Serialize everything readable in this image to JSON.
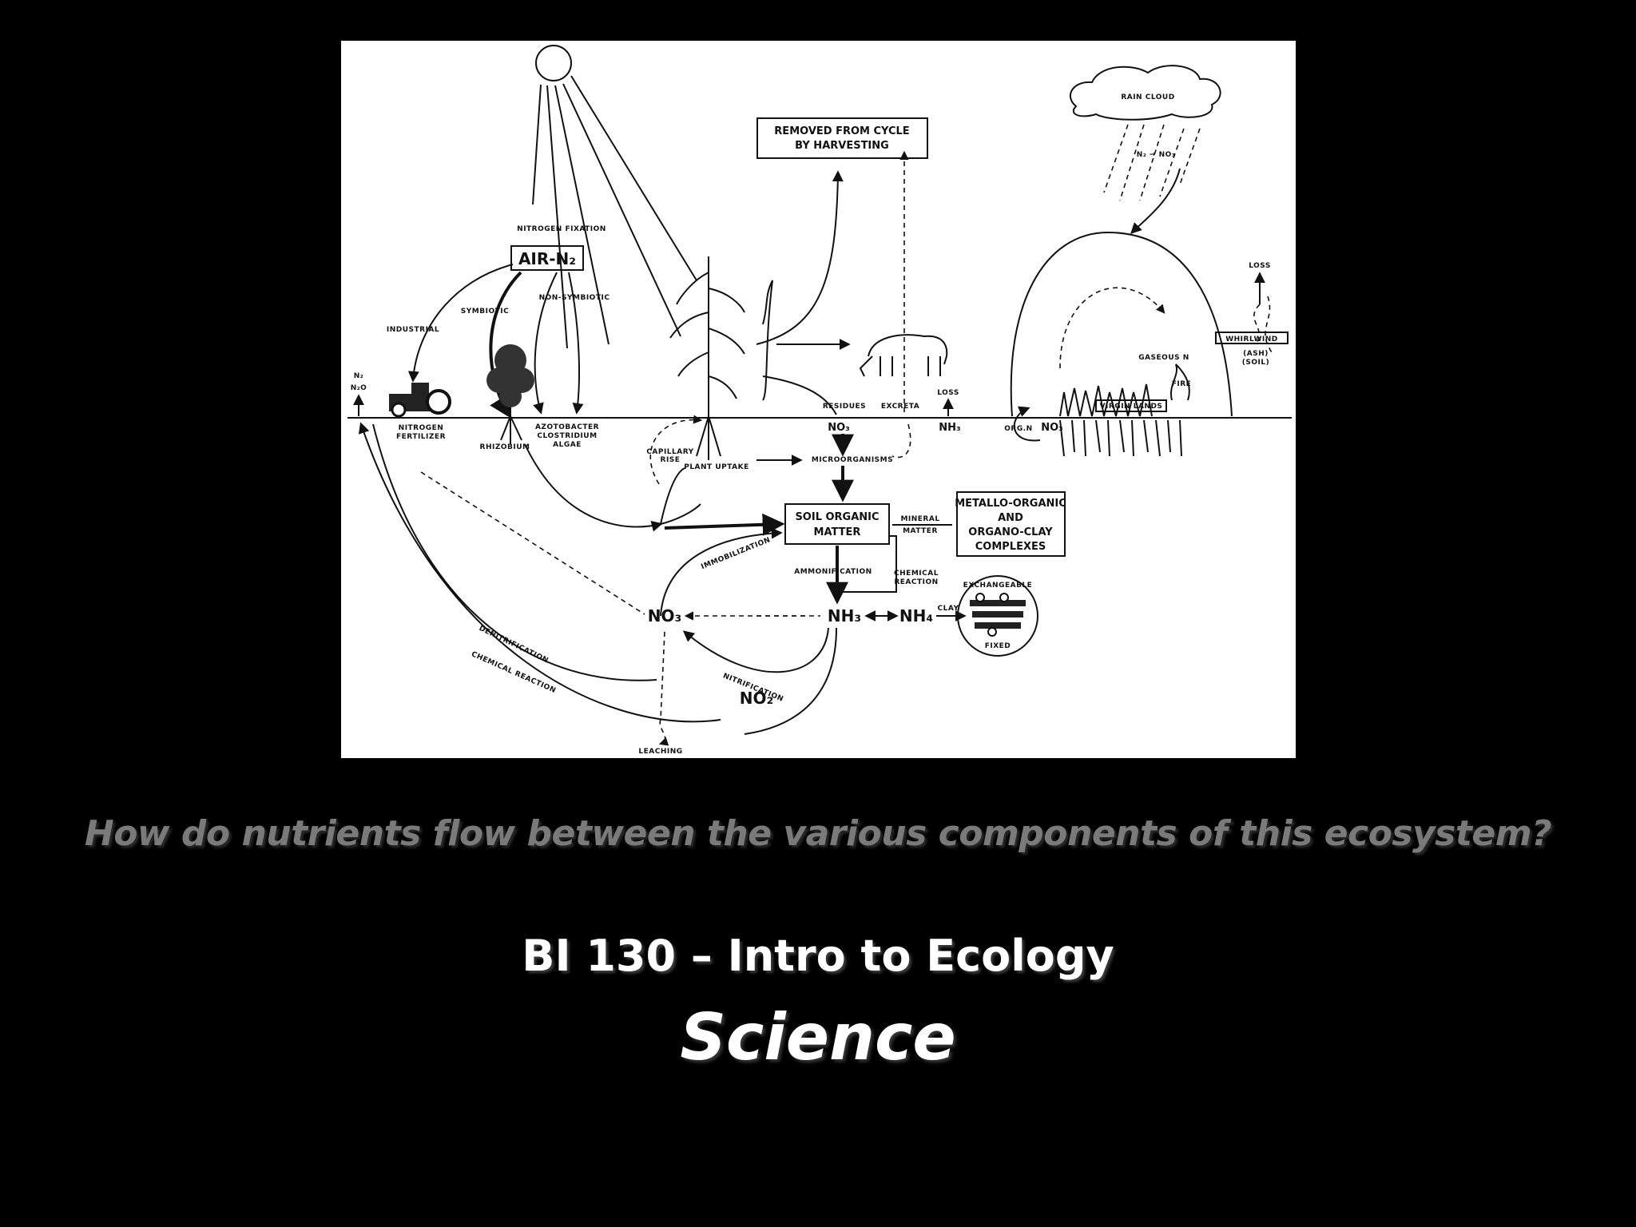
{
  "slide": {
    "question": "How do nutrients flow between the various components of this ecosystem?",
    "course_title": "BI 130 – Intro to Ecology",
    "subtitle": "Science"
  },
  "diagram": {
    "labels": {
      "removed_line1": "REMOVED FROM CYCLE",
      "removed_line2": "BY HARVESTING",
      "rain_cloud": "RAIN CLOUD",
      "rain_eq": "N₂ → NO₃",
      "nitrogen_fixation": "NITROGEN FIXATION",
      "air_n2": "AIR-N₂",
      "symbiotic": "SYMBIOTIC",
      "non_symbiotic": "NON-SYMBIOTIC",
      "industrial": "INDUSTRIAL",
      "n2": "N₂",
      "n2o": "N₂O",
      "nitrogen_fertilizer_1": "NITROGEN",
      "nitrogen_fertilizer_2": "FERTILIZER",
      "rhizobium": "RHIZOBIUM",
      "azotobacter_1": "AZOTOBACTER",
      "azotobacter_2": "CLOSTRIDIUM",
      "azotobacter_3": "ALGAE",
      "capillary_1": "CAPILLARY",
      "capillary_2": "RISE",
      "plant_uptake": "PLANT UPTAKE",
      "residues": "RESIDUES",
      "excreta": "EXCRETA",
      "loss": "LOSS",
      "no3_surface": "NO₃",
      "nh3_surface": "NH₃",
      "microorganisms": "MICROORGANISMS",
      "org_n": "ORG.N",
      "no3_burn": "NO₃",
      "virgin_lands": "VIRGIN LANDS",
      "gaseous_n": "GASEOUS N",
      "fire": "FIRE",
      "loss_right": "LOSS",
      "whirlwind": "WHIRLWIND",
      "ash_soil_1": "(ASH)",
      "ash_soil_2": "(SOIL)",
      "soil_organic_1": "SOIL ORGANIC",
      "soil_organic_2": "MATTER",
      "mineral_1": "MINERAL",
      "mineral_2": "MATTER",
      "metallo_1": "METALLO-ORGANIC",
      "metallo_2": "AND",
      "metallo_3": "ORGANO-CLAY",
      "metallo_4": "COMPLEXES",
      "immobilization": "IMMOBILIZATION",
      "ammonification": "AMMONIFICATION",
      "chemical_reaction_1": "CHEMICAL",
      "chemical_reaction_2": "REACTION",
      "no3_center": "NO₃",
      "nh3_center": "NH₃",
      "nh4_center": "NH₄",
      "clay": "CLAY",
      "exchangeable": "EXCHANGEABLE",
      "fixed": "FIXED",
      "nitrification": "NITRIFICATION",
      "no2": "NO₂",
      "denitrification": "DENITRIFICATION",
      "chemical_reaction_arc": "CHEMICAL REACTION",
      "leaching": "LEACHING"
    }
  }
}
